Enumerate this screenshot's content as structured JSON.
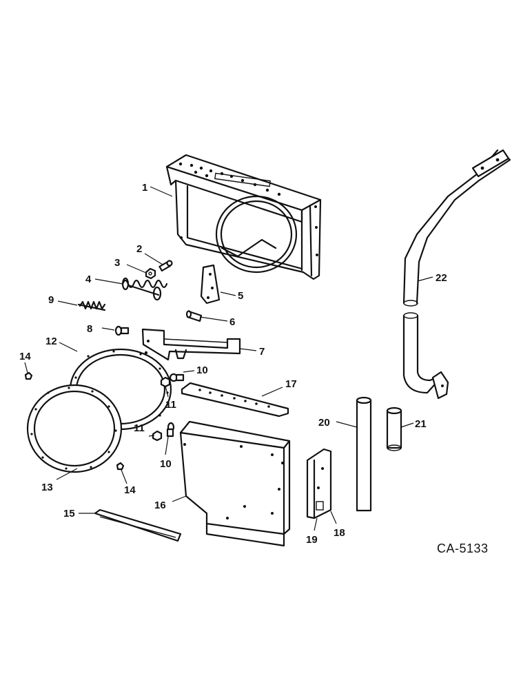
{
  "drawing": {
    "code": "CA-5133",
    "callouts": [
      "1",
      "2",
      "3",
      "4",
      "5",
      "6",
      "7",
      "8",
      "9",
      "10",
      "10",
      "11",
      "11",
      "12",
      "13",
      "14",
      "14",
      "15",
      "16",
      "17",
      "18",
      "19",
      "20",
      "21",
      "22"
    ]
  }
}
